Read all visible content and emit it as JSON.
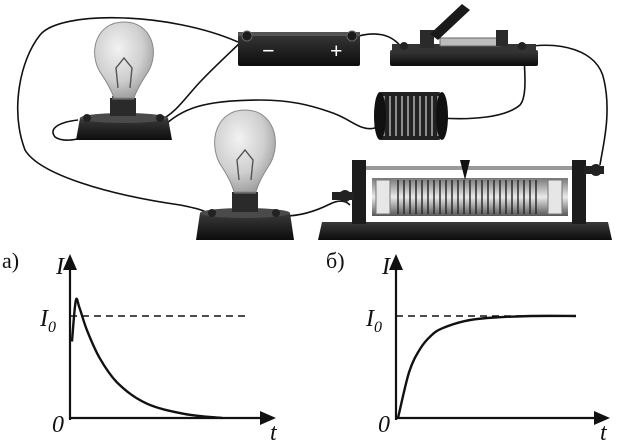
{
  "battery": {
    "minus": "−",
    "plus": "+"
  },
  "graph_a": {
    "panel_label": "а)",
    "y_axis_label": "I",
    "x_axis_label": "t",
    "origin_label": "0",
    "level_label": "I",
    "level_subscript": "0"
  },
  "graph_b": {
    "panel_label": "б)",
    "y_axis_label": "I",
    "x_axis_label": "t",
    "origin_label": "0",
    "level_label": "I",
    "level_subscript": "0"
  },
  "chart_data": [
    {
      "type": "line",
      "panel": "а)",
      "title": "",
      "xlabel": "t",
      "ylabel": "I",
      "reference_line": {
        "label": "I0",
        "value": 1.0,
        "style": "dashed"
      },
      "series": [
        {
          "x": [
            0,
            0.2,
            0.4,
            0.8,
            1.5,
            2.5,
            4.0,
            6.0,
            8.0
          ],
          "y": [
            0.75,
            1.15,
            1.08,
            0.86,
            0.58,
            0.33,
            0.14,
            0.04,
            0.0
          ]
        }
      ],
      "ylim": [
        0,
        1.4
      ],
      "grid": false
    },
    {
      "type": "line",
      "panel": "б)",
      "title": "",
      "xlabel": "t",
      "ylabel": "I",
      "reference_line": {
        "label": "I0",
        "value": 1.0,
        "style": "dashed"
      },
      "series": [
        {
          "x": [
            0,
            0.5,
            1.0,
            1.5,
            2.0,
            3.0,
            4.0,
            6.0,
            8.0
          ],
          "y": [
            0.0,
            0.45,
            0.68,
            0.81,
            0.88,
            0.95,
            0.98,
            1.0,
            1.0
          ]
        }
      ],
      "ylim": [
        0,
        1.4
      ],
      "grid": false
    }
  ]
}
